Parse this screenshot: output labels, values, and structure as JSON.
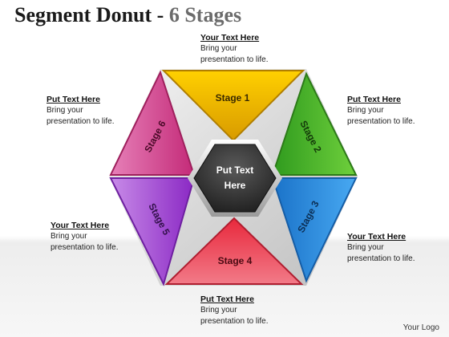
{
  "title": {
    "main": "Segment Donut - ",
    "accent": "6 Stages"
  },
  "center": {
    "line1": "Put Text",
    "line2": "Here"
  },
  "stages": [
    {
      "id": "stage-1",
      "label": "Stage 1",
      "color": "#f2b705"
    },
    {
      "id": "stage-2",
      "label": "Stage 2",
      "color": "#4cb82e"
    },
    {
      "id": "stage-3",
      "label": "Stage 3",
      "color": "#2b8fe0"
    },
    {
      "id": "stage-4",
      "label": "Stage 4",
      "color": "#e0344a"
    },
    {
      "id": "stage-5",
      "label": "Stage 5",
      "color": "#9b3fd1"
    },
    {
      "id": "stage-6",
      "label": "Stage 6",
      "color": "#d43f8e"
    }
  ],
  "callouts": {
    "top": {
      "heading": "Your Text Here",
      "line1": "Bring your",
      "line2": "presentation to life."
    },
    "upper_left": {
      "heading": "Put Text Here",
      "line1": "Bring your",
      "line2": "presentation to life."
    },
    "upper_right": {
      "heading": "Put Text Here",
      "line1": "Bring your",
      "line2": "presentation to life."
    },
    "lower_left": {
      "heading": "Your Text Here",
      "line1": "Bring your",
      "line2": "presentation to life."
    },
    "lower_right": {
      "heading": "Your Text Here",
      "line1": "Bring your",
      "line2": "presentation to life."
    },
    "bottom": {
      "heading": "Put Text Here",
      "line1": "Bring your",
      "line2": "presentation to life."
    }
  },
  "footer": {
    "logo": "Your Logo"
  }
}
